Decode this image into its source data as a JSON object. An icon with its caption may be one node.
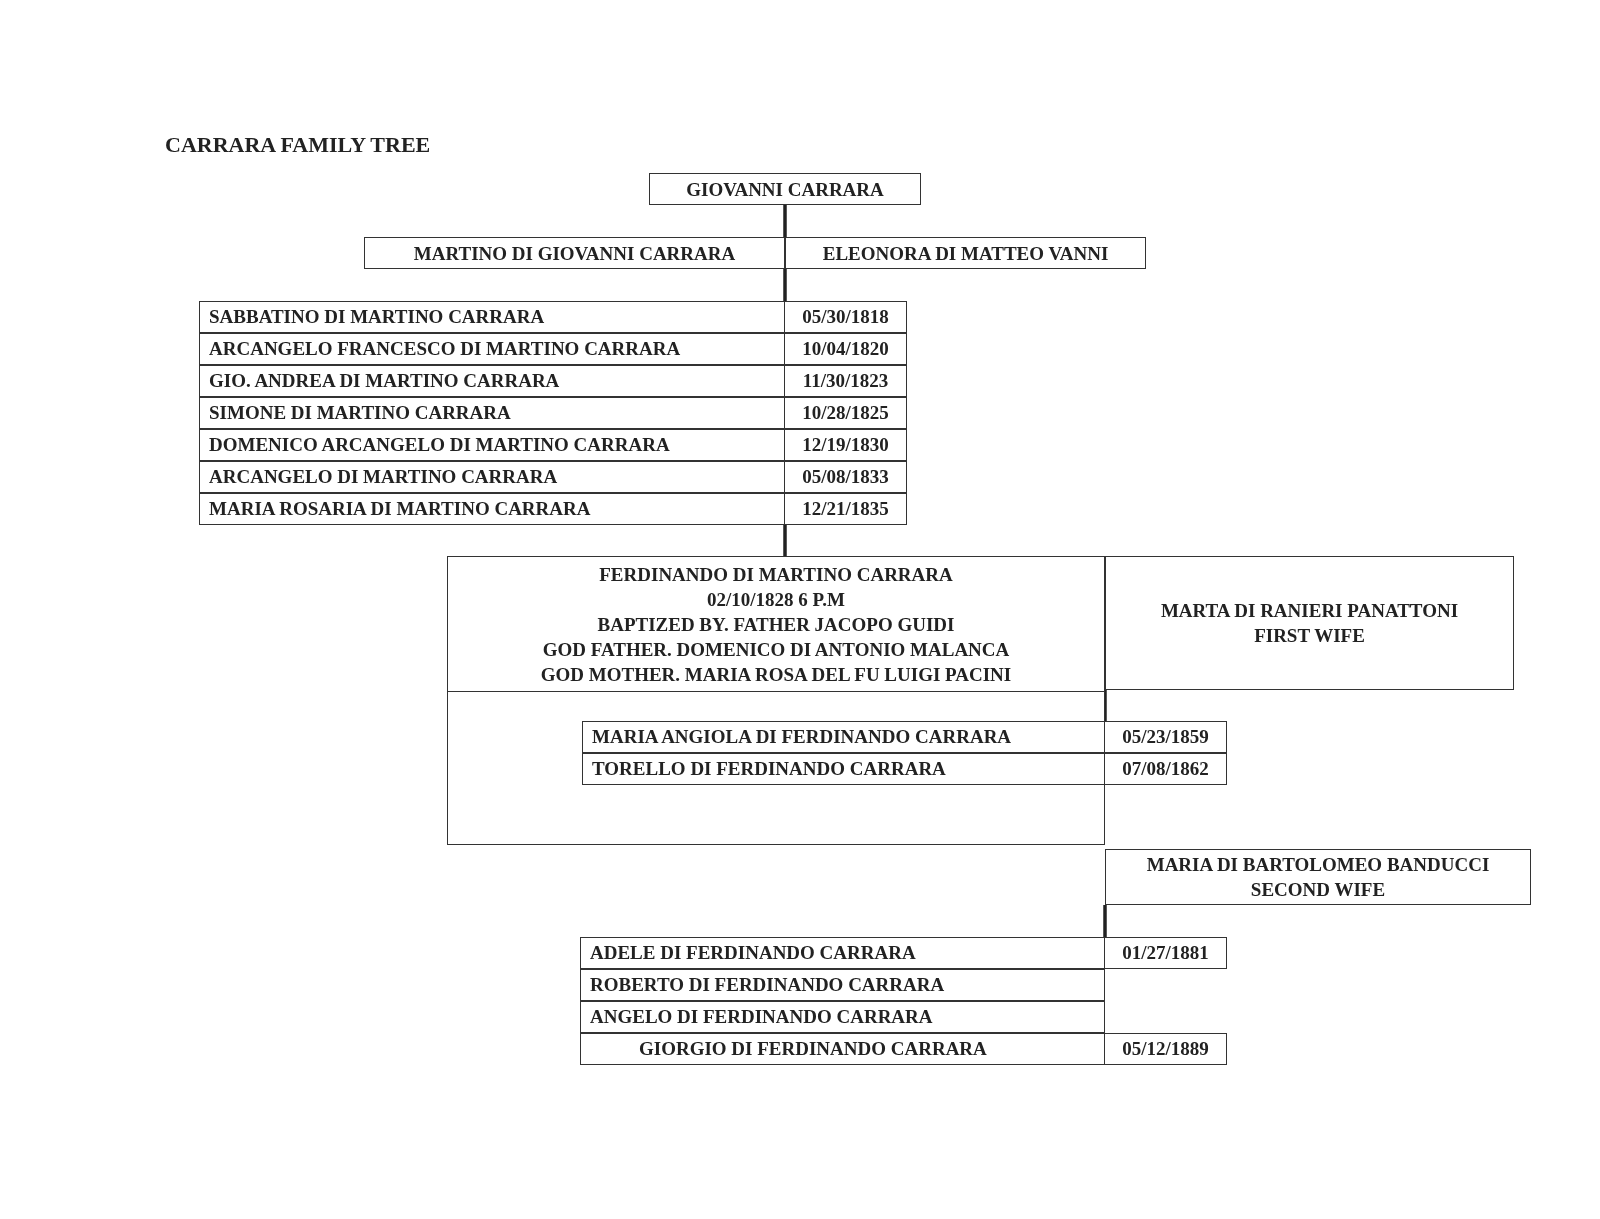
{
  "diagram": {
    "title": "CARRARA FAMILY TREE",
    "nodes": [
      {
        "text": [
          "GIOVANNI CARRARA"
        ]
      },
      {
        "text": [
          "MARTINO DI GIOVANNI CARRARA"
        ]
      },
      {
        "text": [
          "ELEONORA DI MATTEO VANNI"
        ]
      },
      {
        "text": [
          "SABBATINO DI MARTINO CARRARA",
          "05/30/1818"
        ]
      },
      {
        "text": [
          "ARCANGELO FRANCESCO DI MARTINO CARRARA",
          "10/04/1820"
        ]
      },
      {
        "text": [
          "GIO. ANDREA DI MARTINO CARRARA",
          "11/30/1823"
        ]
      },
      {
        "text": [
          "SIMONE DI MARTINO CARRARA",
          "10/28/1825"
        ]
      },
      {
        "text": [
          "DOMENICO ARCANGELO DI MARTINO CARRARA",
          "12/19/1830"
        ]
      },
      {
        "text": [
          "ARCANGELO DI MARTINO CARRARA",
          "05/08/1833"
        ]
      },
      {
        "text": [
          "MARIA ROSARIA DI MARTINO CARRARA",
          "12/21/1835"
        ]
      },
      {
        "text": [
          "FERDINANDO DI MARTINO CARRARA",
          "02/10/1828 6 P.M",
          "BAPTIZED BY.  FATHER JACOPO GUIDI",
          "GOD FATHER.  DOMENICO DI ANTONIO MALANCA",
          "GOD MOTHER. MARIA ROSA DEL FU LUIGI PACINI"
        ]
      },
      {
        "text": [
          "MARTA DI RANIERI PANATTONI",
          "FIRST WIFE"
        ]
      },
      {
        "text": [
          "MARIA ANGIOLA DI FERDINANDO CARRARA",
          "05/23/1859"
        ]
      },
      {
        "text": [
          "TORELLO DI FERDINANDO CARRARA",
          "07/08/1862"
        ]
      },
      {
        "text": [
          "MARIA DI BARTOLOMEO BANDUCCI",
          "SECOND WIFE"
        ]
      },
      {
        "text": [
          "ADELE DI FERDINANDO CARRARA",
          "01/27/1881"
        ]
      },
      {
        "text": [
          "ROBERTO DI FERDINANDO CARRARA"
        ]
      },
      {
        "text": [
          "ANGELO DI FERDINANDO CARRARA"
        ]
      },
      {
        "text": [
          "GIORGIO DI FERDINANDO CARRARA",
          "05/12/1889"
        ]
      }
    ],
    "edges": [
      {
        "from": 0,
        "to": 1,
        "arrow": "none"
      },
      {
        "from": 1,
        "to": 3,
        "arrow": "none"
      },
      {
        "from": 9,
        "to": 10,
        "arrow": "none"
      },
      {
        "from": 11,
        "to": 12,
        "arrow": "none"
      },
      {
        "from": 14,
        "to": 15,
        "arrow": "none"
      }
    ]
  }
}
